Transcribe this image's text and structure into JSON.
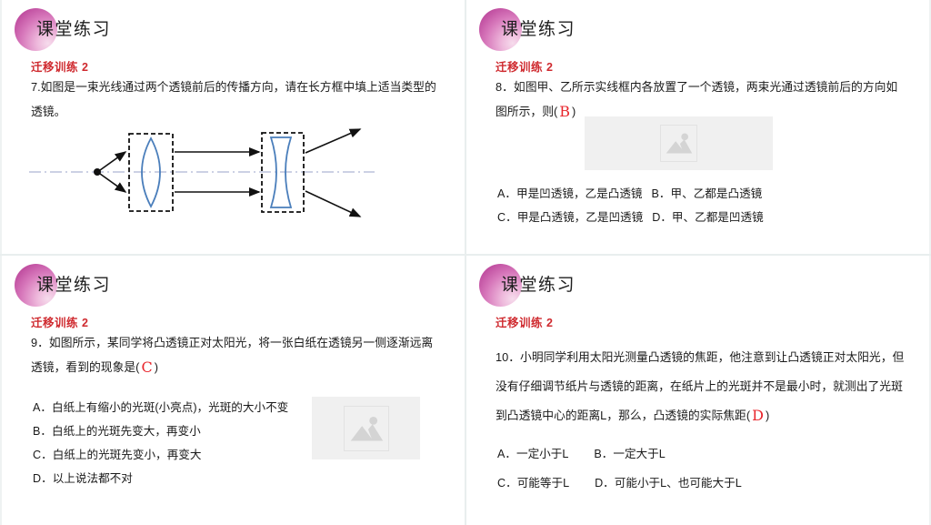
{
  "panels": [
    {
      "header_title": "课堂练习",
      "subtitle": "迁移训练 2",
      "question_text": "7.如图是一束光线通过两个透镜前后的传播方向，请在长方框中填上适当类型的透镜。",
      "figure": "optics-two-lens-diagram"
    },
    {
      "header_title": "课堂练习",
      "subtitle": "迁移训练 2",
      "question_prefix": "8．如图甲、乙所示实线框内各放置了一个透镜，两束光通过透镜前后的方向如图所示，则(",
      "answer": "B",
      "question_suffix": ")",
      "options": [
        {
          "left": "A．甲是凹透镜，乙是凸透镜",
          "right": "B．甲、乙都是凸透镜"
        },
        {
          "left": "C．甲是凸透镜，乙是凹透镜",
          "right": "D．甲、乙都是凹透镜"
        }
      ],
      "figure": "image-placeholder"
    },
    {
      "header_title": "课堂练习",
      "subtitle": "迁移训练 2",
      "question_prefix": "9．如图所示，某同学将凸透镜正对太阳光，将一张白纸在透镜另一侧逐渐远离透镜，看到的现象是(",
      "answer": "C",
      "question_suffix": ")",
      "options": [
        "A．白纸上有缩小的光斑(小亮点)，光斑的大小不变",
        "B．白纸上的光斑先变大，再变小",
        "C．白纸上的光斑先变小，再变大",
        "D．以上说法都不对"
      ],
      "figure": "image-placeholder"
    },
    {
      "header_title": "课堂练习",
      "subtitle": "迁移训练 2",
      "question_prefix": "10．小明同学利用太阳光测量凸透镜的焦距，他注意到让凸透镜正对太阳光，但没有仔细调节纸片与透镜的距离，在纸片上的光斑并不是最小时，就测出了光斑到凸透镜中心的距离L，那么，凸透镜的实际焦距(",
      "answer": "D",
      "question_suffix": ")",
      "options": [
        {
          "left": "A．一定小于L",
          "right": "B．一定大于L"
        },
        {
          "left": "C．可能等于L",
          "right": "D．可能小于L、也可能大于L"
        }
      ]
    }
  ],
  "colors": {
    "answer_red": "#e8262c",
    "subtitle_red": "#cf2a2f",
    "divider": "#e9eeee",
    "lens_blue": "#4a7ebb",
    "placeholder_bg": "#f0f0f0",
    "circle_start": "#b23d96",
    "circle_end": "#f6dcec"
  },
  "figure_labels": {
    "optics_axis": "principal-axis-dash-dot",
    "lens_left": "convex-lens",
    "lens_right": "concave-lens"
  }
}
